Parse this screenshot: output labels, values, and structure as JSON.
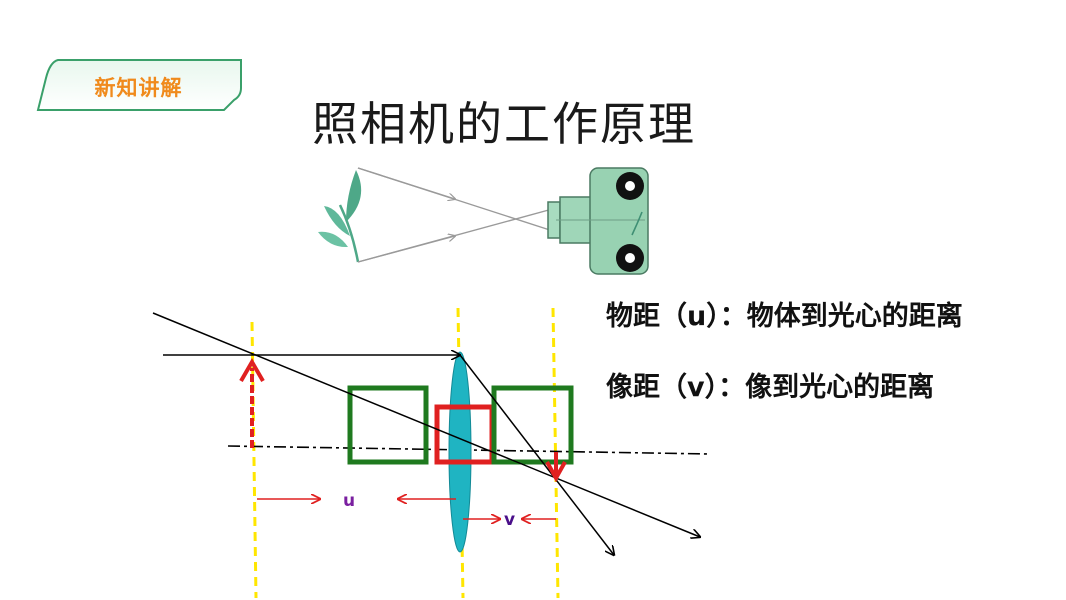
{
  "tag": {
    "label": "新知讲解"
  },
  "title": "照相机的工作原理",
  "definitions": [
    "物距（u）：物体到光心的距离",
    "像距（v）：像到光心的距离"
  ],
  "diagram": {
    "object_distance_label": "u",
    "image_distance_label": "v"
  },
  "colors": {
    "tag_text": "#f08a1c",
    "tag_border": "#3aa06a",
    "guide_lines": "#ffe600",
    "arrows": "#e02020",
    "green_boxes": "#1f7a1f",
    "red_box": "#e02020",
    "lens": "#1fb4c2",
    "u_label": "#7a1fa0",
    "v_label": "#4a0f8a"
  }
}
